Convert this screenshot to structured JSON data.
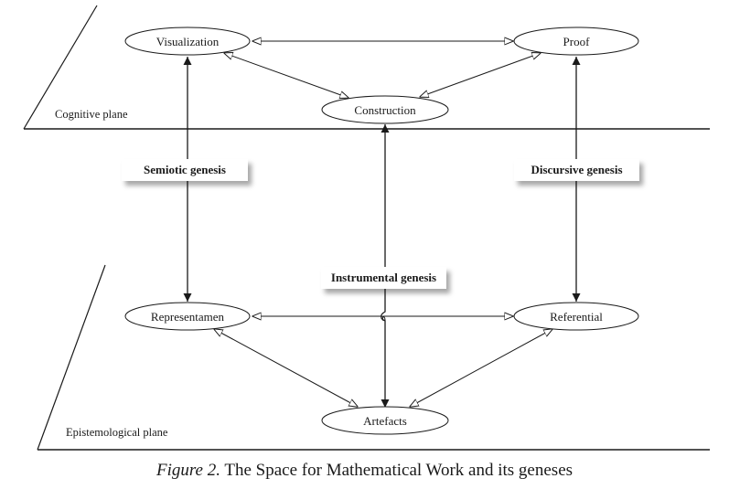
{
  "planes": {
    "cognitive": {
      "label": "Cognitive plane"
    },
    "epistemological": {
      "label": "Epistemological plane"
    }
  },
  "nodes": {
    "visualization": {
      "label": "Visualization",
      "plane": "cognitive"
    },
    "proof": {
      "label": "Proof",
      "plane": "cognitive"
    },
    "construction": {
      "label": "Construction",
      "plane": "cognitive"
    },
    "representamen": {
      "label": "Representamen",
      "plane": "epistemological"
    },
    "referential": {
      "label": "Referential",
      "plane": "epistemological"
    },
    "artefacts": {
      "label": "Artefacts",
      "plane": "epistemological"
    }
  },
  "geneses": {
    "semiotic": {
      "label": "Semiotic genesis",
      "connects": [
        "representamen",
        "visualization"
      ]
    },
    "discursive": {
      "label": "Discursive genesis",
      "connects": [
        "referential",
        "proof"
      ]
    },
    "instrumental": {
      "label": "Instrumental genesis",
      "connects": [
        "artefacts",
        "construction"
      ]
    }
  },
  "edges": [
    {
      "from": "visualization",
      "to": "proof",
      "style": "open-bidirectional"
    },
    {
      "from": "visualization",
      "to": "construction",
      "style": "open-bidirectional"
    },
    {
      "from": "construction",
      "to": "proof",
      "style": "open-bidirectional"
    },
    {
      "from": "representamen",
      "to": "referential",
      "style": "open-bidirectional"
    },
    {
      "from": "representamen",
      "to": "artefacts",
      "style": "open-bidirectional"
    },
    {
      "from": "artefacts",
      "to": "referential",
      "style": "open-bidirectional"
    },
    {
      "from": "representamen",
      "to": "visualization",
      "style": "filled-bidirectional"
    },
    {
      "from": "referential",
      "to": "proof",
      "style": "filled-bidirectional"
    },
    {
      "from": "artefacts",
      "to": "construction",
      "style": "filled-bidirectional"
    }
  ],
  "caption": {
    "figure_label": "Figure 2.",
    "text": " The Space for Mathematical Work and its geneses"
  }
}
